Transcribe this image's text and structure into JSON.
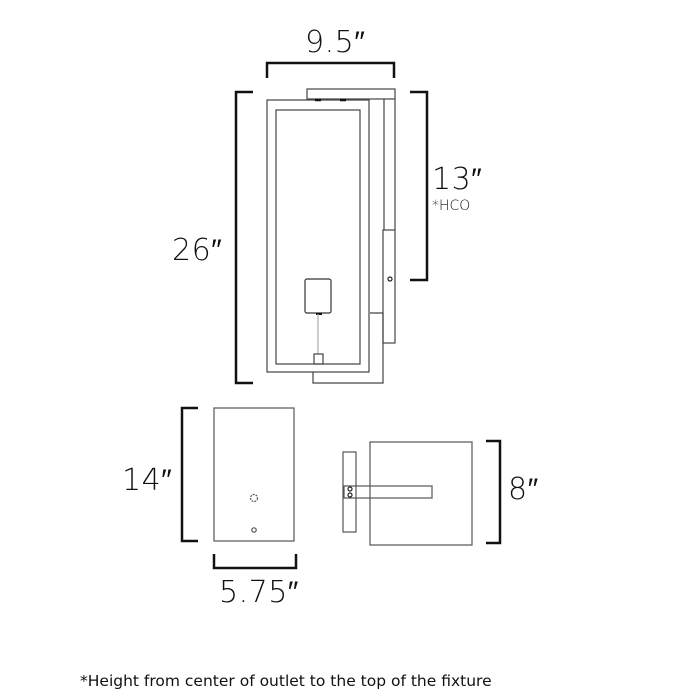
{
  "dimensions": {
    "width_top": "9.5″",
    "height_overall": "26″",
    "height_hco": "13″",
    "hco_label": "*HCO",
    "backplate_height": "14″",
    "backplate_width": "5.75″",
    "depth": "8″"
  },
  "footnote": "*Height from center of outlet to the top of the fixture",
  "colors": {
    "line": "#333333",
    "bracket": "#111111",
    "background": "#ffffff"
  }
}
